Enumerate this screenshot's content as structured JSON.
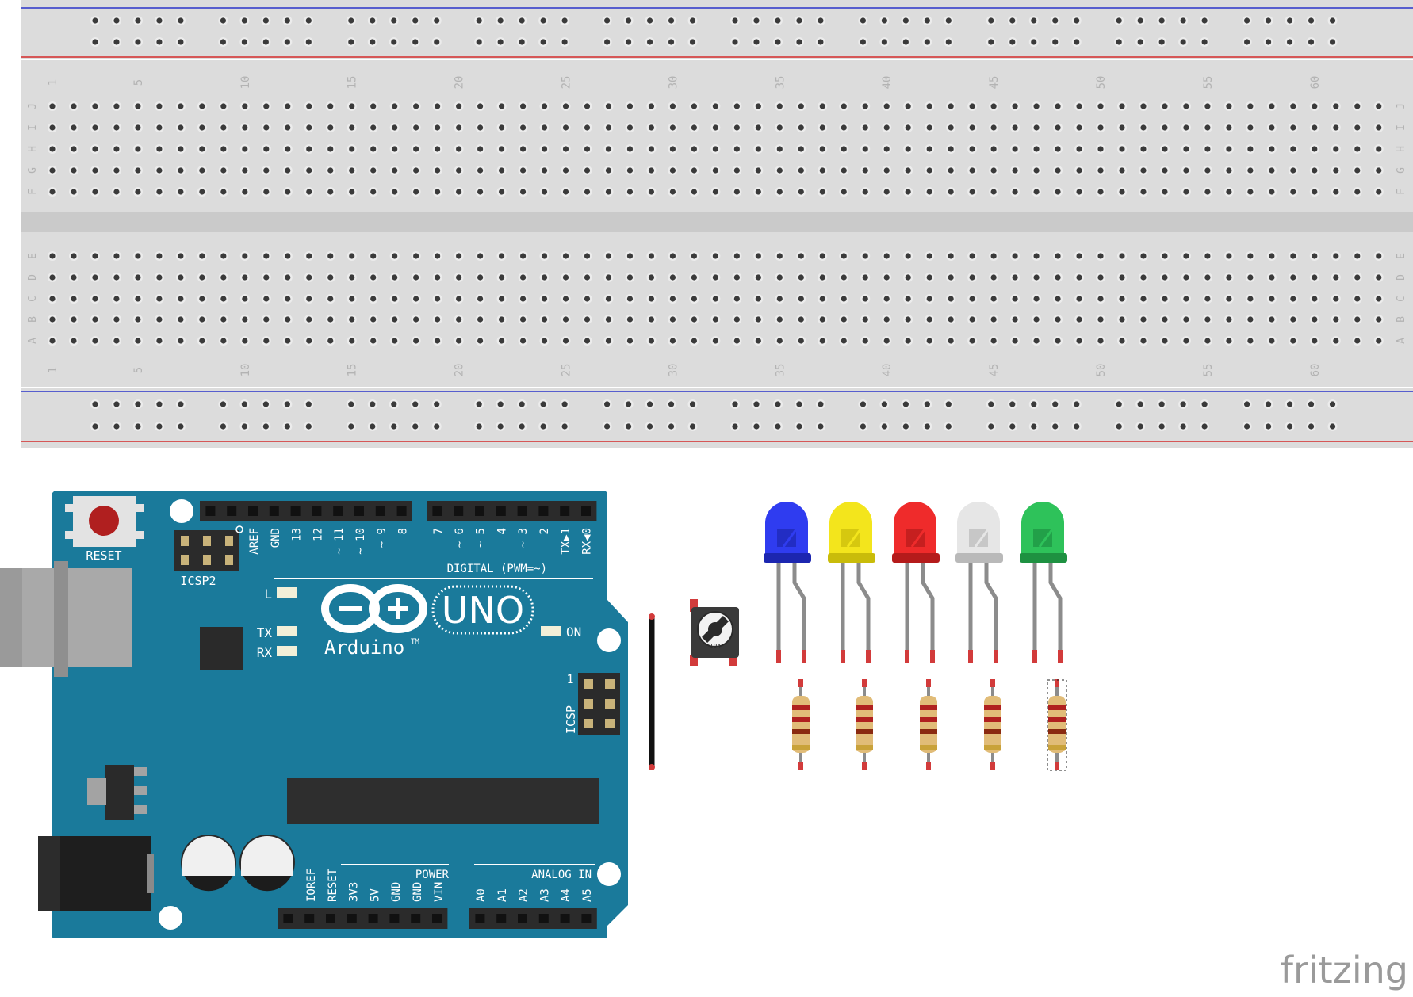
{
  "breadboard": {
    "column_numbers": [
      "1",
      "5",
      "10",
      "15",
      "20",
      "25",
      "30",
      "35",
      "40",
      "45",
      "50",
      "55",
      "60"
    ],
    "row_letters_top": [
      "J",
      "I",
      "H",
      "G",
      "F"
    ],
    "row_letters_bottom": [
      "E",
      "D",
      "C",
      "B",
      "A"
    ],
    "columns": 63,
    "rail_groups": 10,
    "colors": {
      "board": "#dcdcdc",
      "hole": "#3a3a3a",
      "rail_red": "#d42b2b",
      "rail_blue": "#2b35c9",
      "label": "#b3b3b3"
    }
  },
  "arduino": {
    "brand": "Arduino",
    "trademark": "TM",
    "model": "UNO",
    "reset_label": "RESET",
    "icsp2_label": "ICSP2",
    "icsp_label": "ICSP",
    "icsp_pin1_label": "1",
    "digital_label": "DIGITAL (PWM=~)",
    "power_label": "POWER",
    "analog_label": "ANALOG IN",
    "led_l": "L",
    "led_tx": "TX",
    "led_rx": "RX",
    "led_on": "ON",
    "digital_pins_left": [
      "AREF",
      "GND",
      "13",
      "12",
      "~ 11",
      "~ 10",
      "~ 9",
      "8"
    ],
    "digital_pins_right": [
      "7",
      "~ 6",
      "~ 5",
      "4",
      "~ 3",
      "2",
      "TX▶1",
      "RX◀0"
    ],
    "power_pins": [
      "IOREF",
      "RESET",
      "3V3",
      "5V",
      "GND",
      "GND",
      "VIN"
    ],
    "analog_pins": [
      "A0",
      "A1",
      "A2",
      "A3",
      "A4",
      "A5"
    ],
    "colors": {
      "board": "#1a7a9b",
      "header": "#2b2b2b",
      "silk": "#ffffff"
    }
  },
  "potentiometer": {
    "marking": "104"
  },
  "leds": [
    {
      "color_name": "blue",
      "body": "#2f3cf0",
      "shade": "#1c26b0"
    },
    {
      "color_name": "yellow",
      "body": "#f3e51c",
      "shade": "#c9bc0a"
    },
    {
      "color_name": "red",
      "body": "#ef2b2b",
      "shade": "#b51b1b"
    },
    {
      "color_name": "white",
      "body": "#e6e6e6",
      "shade": "#b9b9b9"
    },
    {
      "color_name": "green",
      "body": "#2ec25a",
      "shade": "#1e9141"
    }
  ],
  "resistors": {
    "count": 5,
    "body": "#e1bc78",
    "bands": [
      "#b0211f",
      "#b0211f",
      "#8a2a10",
      "#c9a23a"
    ]
  },
  "watermark": "fritzing"
}
